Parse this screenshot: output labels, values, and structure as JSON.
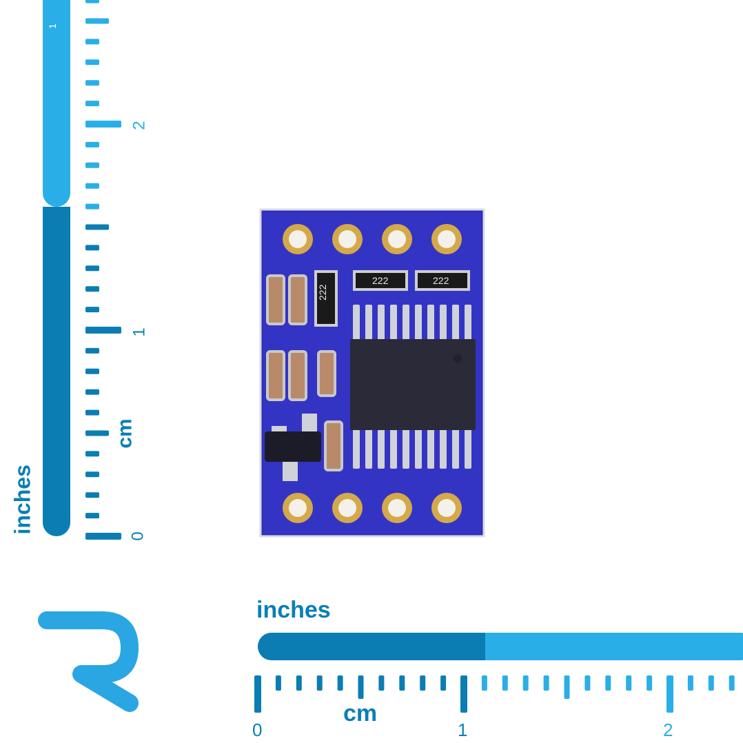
{
  "vertical_ruler": {
    "unit_top_label": "inches",
    "unit_bottom_label": "cm",
    "inch_labels": [
      "0",
      "1"
    ],
    "cm_labels": [
      "0",
      "1",
      "2"
    ],
    "colors": {
      "dark": "#0b7db3",
      "light": "#2aaee8"
    }
  },
  "horizontal_ruler": {
    "unit_top_label": "inches",
    "unit_bottom_label": "cm",
    "cm_labels": [
      "0",
      "1",
      "2"
    ],
    "colors": {
      "dark": "#0b7db3",
      "light": "#2aaee8"
    }
  },
  "logo": {
    "letter": "R",
    "color": "#2aa6e3"
  },
  "board": {
    "pcb_color": "#2f2fb8",
    "resistor_markings": [
      "222",
      "222",
      "222"
    ]
  }
}
